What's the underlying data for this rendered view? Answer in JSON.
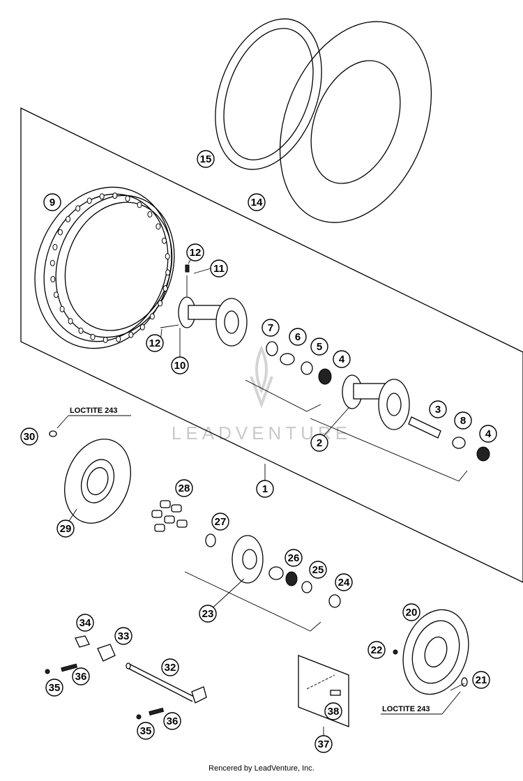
{
  "callouts": {
    "c1": "1",
    "c2": "2",
    "c3": "3",
    "c4a": "4",
    "c4b": "4",
    "c5": "5",
    "c6": "6",
    "c7": "7",
    "c8": "8",
    "c9": "9",
    "c10": "10",
    "c11": "11",
    "c12a": "12",
    "c12b": "12",
    "c14": "14",
    "c15": "15",
    "c20": "20",
    "c21": "21",
    "c22": "22",
    "c23": "23",
    "c24": "24",
    "c25": "25",
    "c26": "26",
    "c27": "27",
    "c28": "28",
    "c29": "29",
    "c30": "30",
    "c32": "32",
    "c33": "33",
    "c34": "34",
    "c35a": "35",
    "c35b": "35",
    "c36a": "36",
    "c36b": "36",
    "c37": "37",
    "c38": "38"
  },
  "labels": {
    "loctite_left": "LOCTITE 243",
    "loctite_right": "LOCTITE 243"
  },
  "watermark": "LEADVENTURE",
  "footer": "Rencered by LeadVenture, Inc."
}
